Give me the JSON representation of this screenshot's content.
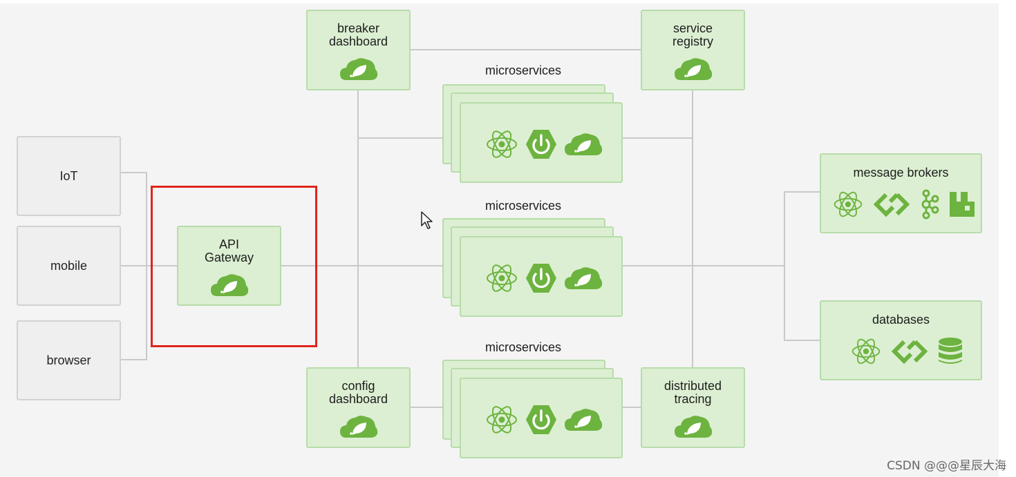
{
  "clients": {
    "iot": "IoT",
    "mobile": "mobile",
    "browser": "browser"
  },
  "gateway": {
    "title": "API\nGateway"
  },
  "services": {
    "breaker": "breaker\ndashboard",
    "registry": "service\nregistry",
    "config": "config\ndashboard",
    "tracing": "distributed\ntracing"
  },
  "microservices": {
    "label_top": "microservices",
    "label_mid": "microservices",
    "label_bottom": "microservices"
  },
  "backends": {
    "brokers": "message brokers",
    "databases": "databases"
  },
  "highlight_color": "#e0241a",
  "accent": "#6db33f",
  "icons": [
    "spring-cloud-icon",
    "atom-icon",
    "spring-boot-icon",
    "pivotal-icon",
    "kafka-icon",
    "rabbitmq-icon",
    "database-icon"
  ],
  "watermark": "CSDN @@@星辰大海"
}
